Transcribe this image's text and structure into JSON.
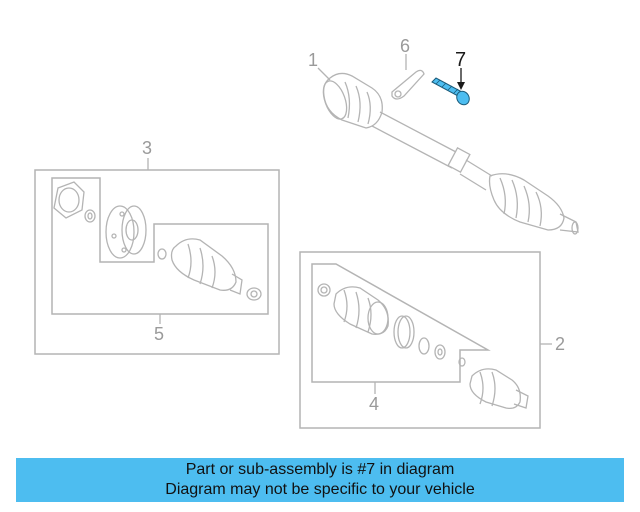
{
  "diagram": {
    "callouts": {
      "c1": "1",
      "c2": "2",
      "c3": "3",
      "c4": "4",
      "c5": "5",
      "c6": "6",
      "c7": "7"
    },
    "highlight_part": "7",
    "colors": {
      "line": "#b4b4b4",
      "highlight": "#4dbdf0",
      "banner": "#4dbdf0"
    }
  },
  "banner": {
    "line1": "Part or sub-assembly is #7 in diagram",
    "line2": "Diagram may not be specific to your vehicle"
  }
}
